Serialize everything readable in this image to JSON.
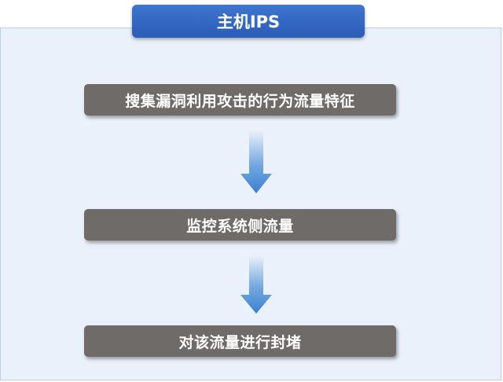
{
  "title": "主机IPS",
  "steps": [
    {
      "label": "搜集漏洞利用攻击的行为流量特征"
    },
    {
      "label": "监控系统侧流量"
    },
    {
      "label": "对该流量进行封堵"
    }
  ],
  "colors": {
    "title_bg": "#2f63bf",
    "panel_bg": "#eaf1fa",
    "step_bg": "#6f6b68",
    "arrow": "#4a8fd8"
  }
}
